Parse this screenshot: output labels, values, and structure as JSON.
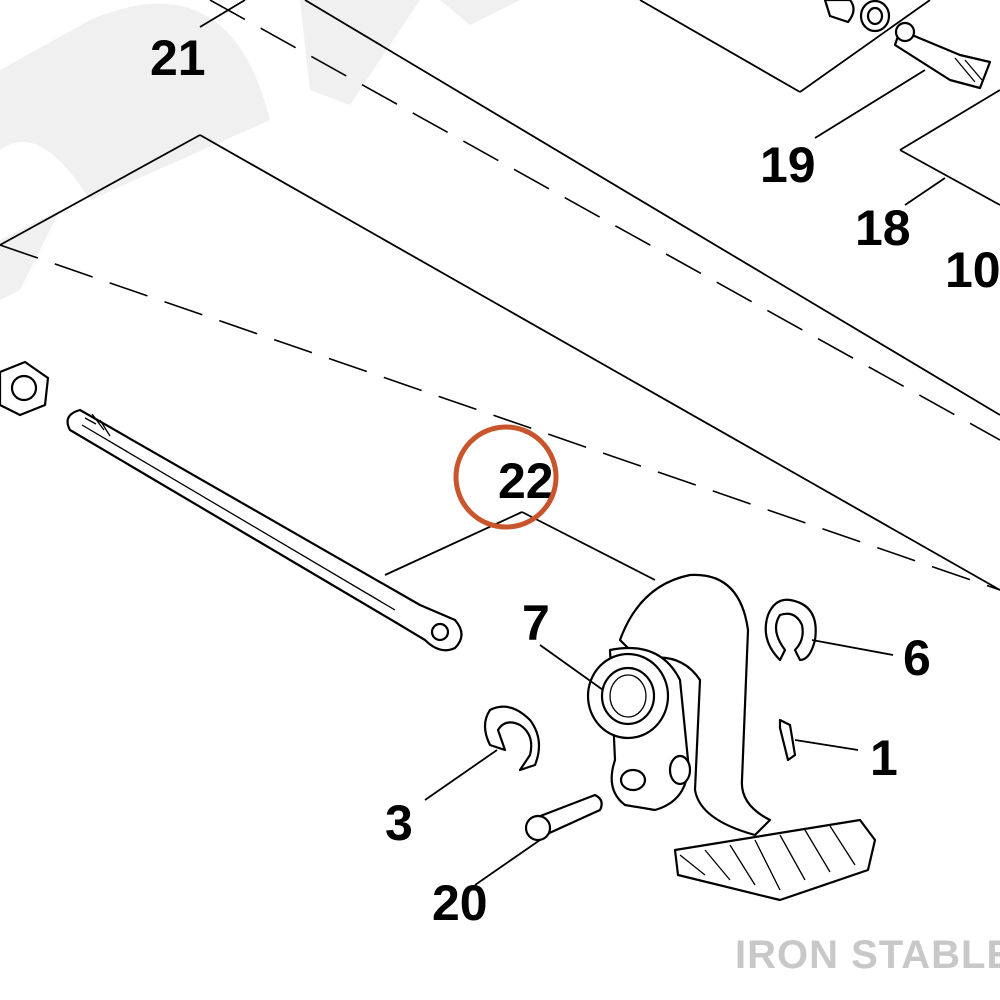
{
  "diagram": {
    "callouts": [
      {
        "id": "21",
        "label": "21"
      },
      {
        "id": "19",
        "label": "19"
      },
      {
        "id": "18",
        "label": "18"
      },
      {
        "id": "10",
        "label": "10"
      },
      {
        "id": "22",
        "label": "22"
      },
      {
        "id": "7",
        "label": "7"
      },
      {
        "id": "6",
        "label": "6"
      },
      {
        "id": "1",
        "label": "1"
      },
      {
        "id": "3",
        "label": "3"
      },
      {
        "id": "20",
        "label": "20"
      }
    ],
    "highlight": {
      "target": "22",
      "color": "#c8552c"
    },
    "watermark": "IRON STABLE",
    "colors": {
      "ink": "#000000",
      "watermark": "#c8c8c8",
      "background_mark": "#f0f0f0"
    }
  }
}
